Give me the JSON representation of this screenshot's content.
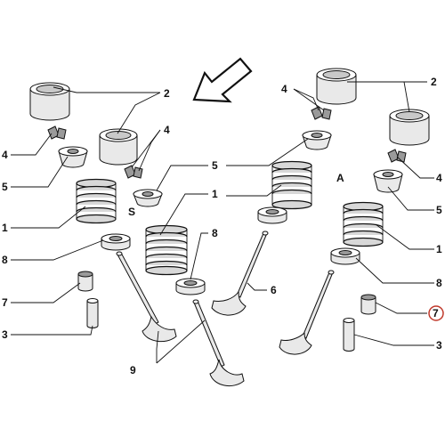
{
  "callouts": {
    "c2_left": "2",
    "c2_right": "2",
    "c4_left": "4",
    "c4_center": "4",
    "c4_right_top": "4",
    "c4_right": "4",
    "c5_left": "5",
    "c5_center": "5",
    "c5_right": "5",
    "c1_left": "1",
    "c1_center": "1",
    "c1_right": "1",
    "c8_left": "8",
    "c8_center": "8",
    "c8_right": "8",
    "c7_left": "7",
    "c7_right": "7",
    "c3_left": "3",
    "c3_right": "3",
    "c6": "6",
    "c9": "9",
    "letter_s": "S",
    "letter_a": "A"
  },
  "highlight_color": "#c0392b",
  "icons": [
    "direction-arrow"
  ]
}
